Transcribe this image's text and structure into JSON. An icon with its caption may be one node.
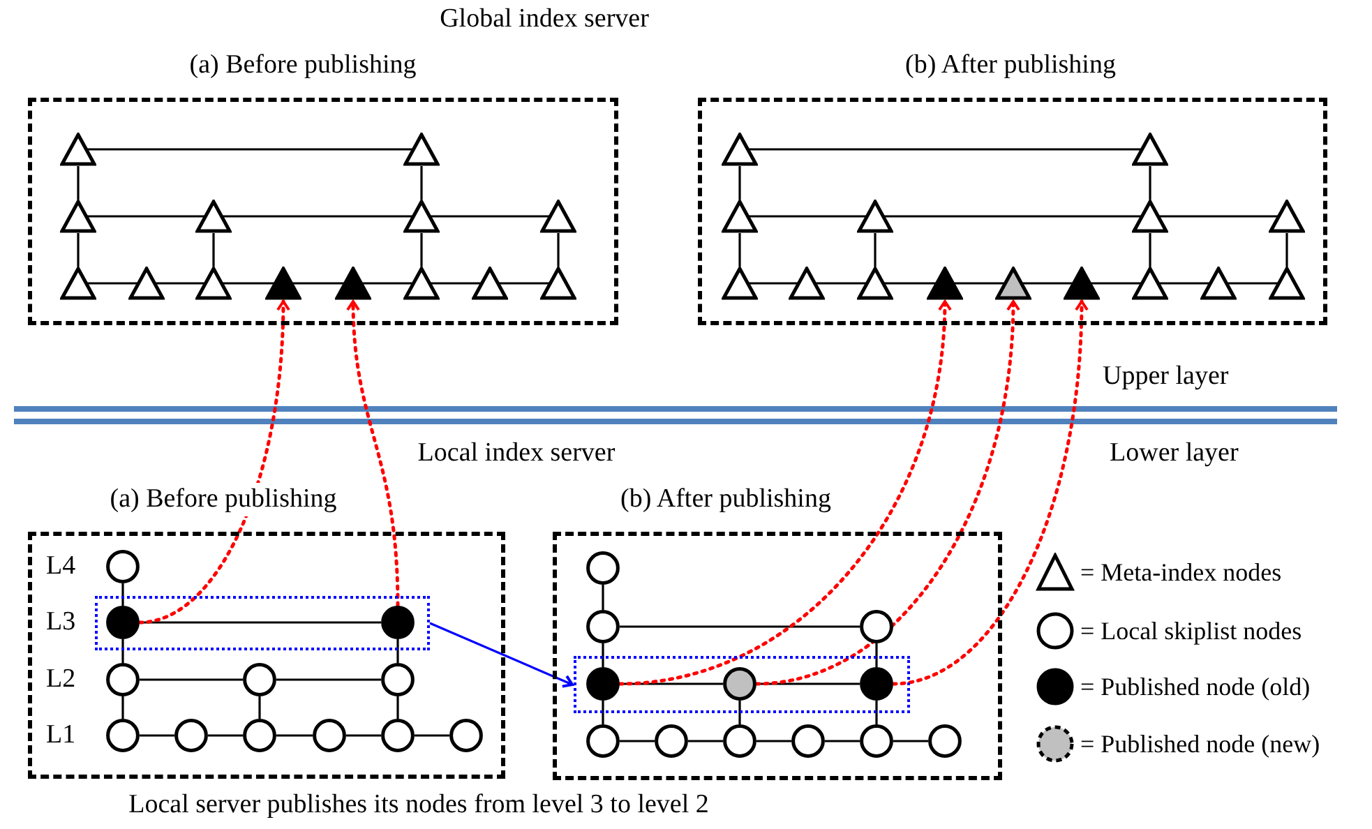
{
  "diagram": {
    "nodes": [
      {
        "text": [
          "(a) Before publishing"
        ]
      },
      {
        "text": [],
        "shape": "triangle",
        "in": 0
      },
      {
        "text": [],
        "shape": "triangle",
        "in": 0
      },
      {
        "text": [],
        "shape": "triangle",
        "in": 0
      },
      {
        "text": [],
        "shape": "triangle",
        "in": 0
      },
      {
        "text": [],
        "shape": "triangle",
        "in": 0
      },
      {
        "text": [],
        "shape": "triangle",
        "in": 0
      },
      {
        "text": [],
        "shape": "triangle",
        "in": 0
      },
      {
        "text": [],
        "shape": "triangle",
        "in": 0
      },
      {
        "text": [],
        "shape": "triangle",
        "in": 0
      },
      {
        "text": [],
        "shape": "triangle",
        "in": 0
      },
      {
        "text": [],
        "shape": "triangle",
        "in": 0
      },
      {
        "text": [],
        "shape": "triangle",
        "in": 0
      },
      {
        "text": [],
        "shape": "triangle",
        "in": 0
      },
      {
        "text": [],
        "shape": "triangle",
        "in": 0
      },
      {
        "text": [
          "(b) After publishing"
        ]
      },
      {
        "text": [],
        "shape": "triangle",
        "in": 15
      },
      {
        "text": [],
        "shape": "triangle",
        "in": 15
      },
      {
        "text": [],
        "shape": "triangle",
        "in": 15
      },
      {
        "text": [],
        "shape": "triangle",
        "in": 15
      },
      {
        "text": [],
        "shape": "triangle",
        "in": 15
      },
      {
        "text": [],
        "shape": "triangle",
        "in": 15
      },
      {
        "text": [],
        "shape": "triangle",
        "in": 15
      },
      {
        "text": [],
        "shape": "triangle",
        "in": 15
      },
      {
        "text": [],
        "shape": "triangle",
        "in": 15
      },
      {
        "text": [],
        "shape": "triangle",
        "in": 15
      },
      {
        "text": [],
        "shape": "triangle",
        "in": 15
      },
      {
        "text": [],
        "shape": "triangle",
        "in": 15
      },
      {
        "text": [],
        "shape": "triangle",
        "in": 15
      },
      {
        "text": [],
        "shape": "triangle",
        "in": 15
      },
      {
        "text": [],
        "shape": "triangle",
        "in": 15
      },
      {
        "text": [
          "(a) Before publishing"
        ]
      },
      {
        "text": [],
        "shape": "circle",
        "in": 31
      },
      {
        "text": [],
        "shape": "box",
        "in": 31
      },
      {
        "text": [],
        "shape": "circle",
        "in": 33
      },
      {
        "text": [],
        "shape": "circle",
        "in": 33
      },
      {
        "text": [],
        "shape": "circle",
        "in": 31
      },
      {
        "text": [],
        "shape": "circle",
        "in": 31
      },
      {
        "text": [],
        "shape": "circle",
        "in": 31
      },
      {
        "text": [],
        "shape": "circle",
        "in": 31
      },
      {
        "text": [],
        "shape": "circle",
        "in": 31
      },
      {
        "text": [],
        "shape": "circle",
        "in": 31
      },
      {
        "text": [],
        "shape": "circle",
        "in": 31
      },
      {
        "text": [],
        "shape": "circle",
        "in": 31
      },
      {
        "text": [],
        "shape": "circle",
        "in": 31
      },
      {
        "text": [
          "(b) After publishing"
        ]
      },
      {
        "text": [],
        "shape": "circle",
        "in": 45
      },
      {
        "text": [],
        "shape": "circle",
        "in": 45
      },
      {
        "text": [],
        "shape": "circle",
        "in": 45
      },
      {
        "text": [],
        "shape": "box",
        "in": 45
      },
      {
        "text": [],
        "shape": "circle",
        "in": 49
      },
      {
        "text": [],
        "shape": "circle",
        "in": 49
      },
      {
        "text": [],
        "shape": "circle",
        "in": 49
      },
      {
        "text": [],
        "shape": "circle",
        "in": 45
      },
      {
        "text": [],
        "shape": "circle",
        "in": 45
      },
      {
        "text": [],
        "shape": "circle",
        "in": 45
      },
      {
        "text": [],
        "shape": "circle",
        "in": 45
      },
      {
        "text": [],
        "shape": "circle",
        "in": 45
      },
      {
        "text": [],
        "shape": "circle",
        "in": 45
      }
    ],
    "edges": [
      {
        "from": 1,
        "to": 2,
        "arrow": "none"
      },
      {
        "from": 1,
        "to": 3,
        "arrow": "none"
      },
      {
        "from": 2,
        "to": 5,
        "arrow": "none"
      },
      {
        "from": 3,
        "to": 4,
        "arrow": "none"
      },
      {
        "from": 4,
        "to": 5,
        "arrow": "none"
      },
      {
        "from": 5,
        "to": 6,
        "arrow": "none"
      },
      {
        "from": 3,
        "to": 7,
        "arrow": "none"
      },
      {
        "from": 4,
        "to": 9,
        "arrow": "none"
      },
      {
        "from": 5,
        "to": 12,
        "arrow": "none"
      },
      {
        "from": 6,
        "to": 14,
        "arrow": "none"
      },
      {
        "from": 7,
        "to": 8,
        "arrow": "none"
      },
      {
        "from": 8,
        "to": 9,
        "arrow": "none"
      },
      {
        "from": 9,
        "to": 10,
        "arrow": "none"
      },
      {
        "from": 10,
        "to": 11,
        "arrow": "none"
      },
      {
        "from": 11,
        "to": 12,
        "arrow": "none"
      },
      {
        "from": 12,
        "to": 13,
        "arrow": "none"
      },
      {
        "from": 13,
        "to": 14,
        "arrow": "none"
      },
      {
        "from": 16,
        "to": 17,
        "arrow": "none"
      },
      {
        "from": 16,
        "to": 18,
        "arrow": "none"
      },
      {
        "from": 17,
        "to": 20,
        "arrow": "none"
      },
      {
        "from": 18,
        "to": 19,
        "arrow": "none"
      },
      {
        "from": 19,
        "to": 20,
        "arrow": "none"
      },
      {
        "from": 20,
        "to": 21,
        "arrow": "none"
      },
      {
        "from": 18,
        "to": 22,
        "arrow": "none"
      },
      {
        "from": 19,
        "to": 24,
        "arrow": "none"
      },
      {
        "from": 20,
        "to": 28,
        "arrow": "none"
      },
      {
        "from": 21,
        "to": 30,
        "arrow": "none"
      },
      {
        "from": 22,
        "to": 23,
        "arrow": "none"
      },
      {
        "from": 23,
        "to": 24,
        "arrow": "none"
      },
      {
        "from": 24,
        "to": 25,
        "arrow": "none"
      },
      {
        "from": 25,
        "to": 26,
        "arrow": "none"
      },
      {
        "from": 26,
        "to": 27,
        "arrow": "none"
      },
      {
        "from": 27,
        "to": 28,
        "arrow": "none"
      },
      {
        "from": 28,
        "to": 29,
        "arrow": "none"
      },
      {
        "from": 29,
        "to": 30,
        "arrow": "none"
      },
      {
        "from": 32,
        "to": 34,
        "arrow": "none"
      },
      {
        "from": 34,
        "to": 35,
        "arrow": "none"
      },
      {
        "from": 34,
        "to": 36,
        "arrow": "none"
      },
      {
        "from": 35,
        "to": 38,
        "arrow": "none"
      },
      {
        "from": 36,
        "to": 37,
        "arrow": "none"
      },
      {
        "from": 37,
        "to": 38,
        "arrow": "none"
      },
      {
        "from": 36,
        "to": 39,
        "arrow": "none"
      },
      {
        "from": 37,
        "to": 41,
        "arrow": "none"
      },
      {
        "from": 38,
        "to": 43,
        "arrow": "none"
      },
      {
        "from": 39,
        "to": 40,
        "arrow": "none"
      },
      {
        "from": 40,
        "to": 41,
        "arrow": "none"
      },
      {
        "from": 41,
        "to": 42,
        "arrow": "none"
      },
      {
        "from": 42,
        "to": 43,
        "arrow": "none"
      },
      {
        "from": 43,
        "to": 44,
        "arrow": "none"
      },
      {
        "from": 46,
        "to": 47,
        "arrow": "none"
      },
      {
        "from": 47,
        "to": 48,
        "arrow": "none"
      },
      {
        "from": 47,
        "to": 50,
        "arrow": "none"
      },
      {
        "from": 48,
        "to": 52,
        "arrow": "none"
      },
      {
        "from": 50,
        "to": 51,
        "arrow": "none"
      },
      {
        "from": 51,
        "to": 52,
        "arrow": "none"
      },
      {
        "from": 50,
        "to": 53,
        "arrow": "none"
      },
      {
        "from": 51,
        "to": 55,
        "arrow": "none"
      },
      {
        "from": 52,
        "to": 57,
        "arrow": "none"
      },
      {
        "from": 53,
        "to": 54,
        "arrow": "none"
      },
      {
        "from": 54,
        "to": 55,
        "arrow": "none"
      },
      {
        "from": 55,
        "to": 56,
        "arrow": "none"
      },
      {
        "from": 56,
        "to": 57,
        "arrow": "none"
      },
      {
        "from": 57,
        "to": 58,
        "arrow": "none"
      },
      {
        "from": 34,
        "to": 10,
        "arrow": "to",
        "style": "dashed",
        "color": "#ff0000"
      },
      {
        "from": 35,
        "to": 11,
        "arrow": "to",
        "style": "dashed",
        "color": "#ff0000"
      },
      {
        "from": 50,
        "to": 25,
        "arrow": "to",
        "style": "dashed",
        "color": "#ff0000"
      },
      {
        "from": 51,
        "to": 26,
        "arrow": "to",
        "style": "dashed",
        "color": "#ff0000"
      },
      {
        "from": 52,
        "to": 27,
        "arrow": "to",
        "style": "dashed",
        "color": "#ff0000"
      },
      {
        "from": 33,
        "to": 49,
        "arrow": "to",
        "color": "#0000ff"
      }
    ],
    "labels": [
      "Global index server",
      "Upper layer",
      "Local index server",
      "Lower layer",
      "L4",
      "L3",
      "L2",
      "L1",
      "Local server publishes its nodes from level 3 to level 2"
    ],
    "legend": [
      {
        "text": "= Meta-index nodes"
      },
      {
        "text": "= Local skiplist nodes"
      },
      {
        "text": "= Published node (old)"
      },
      {
        "text": "= Published node (new)"
      }
    ]
  }
}
